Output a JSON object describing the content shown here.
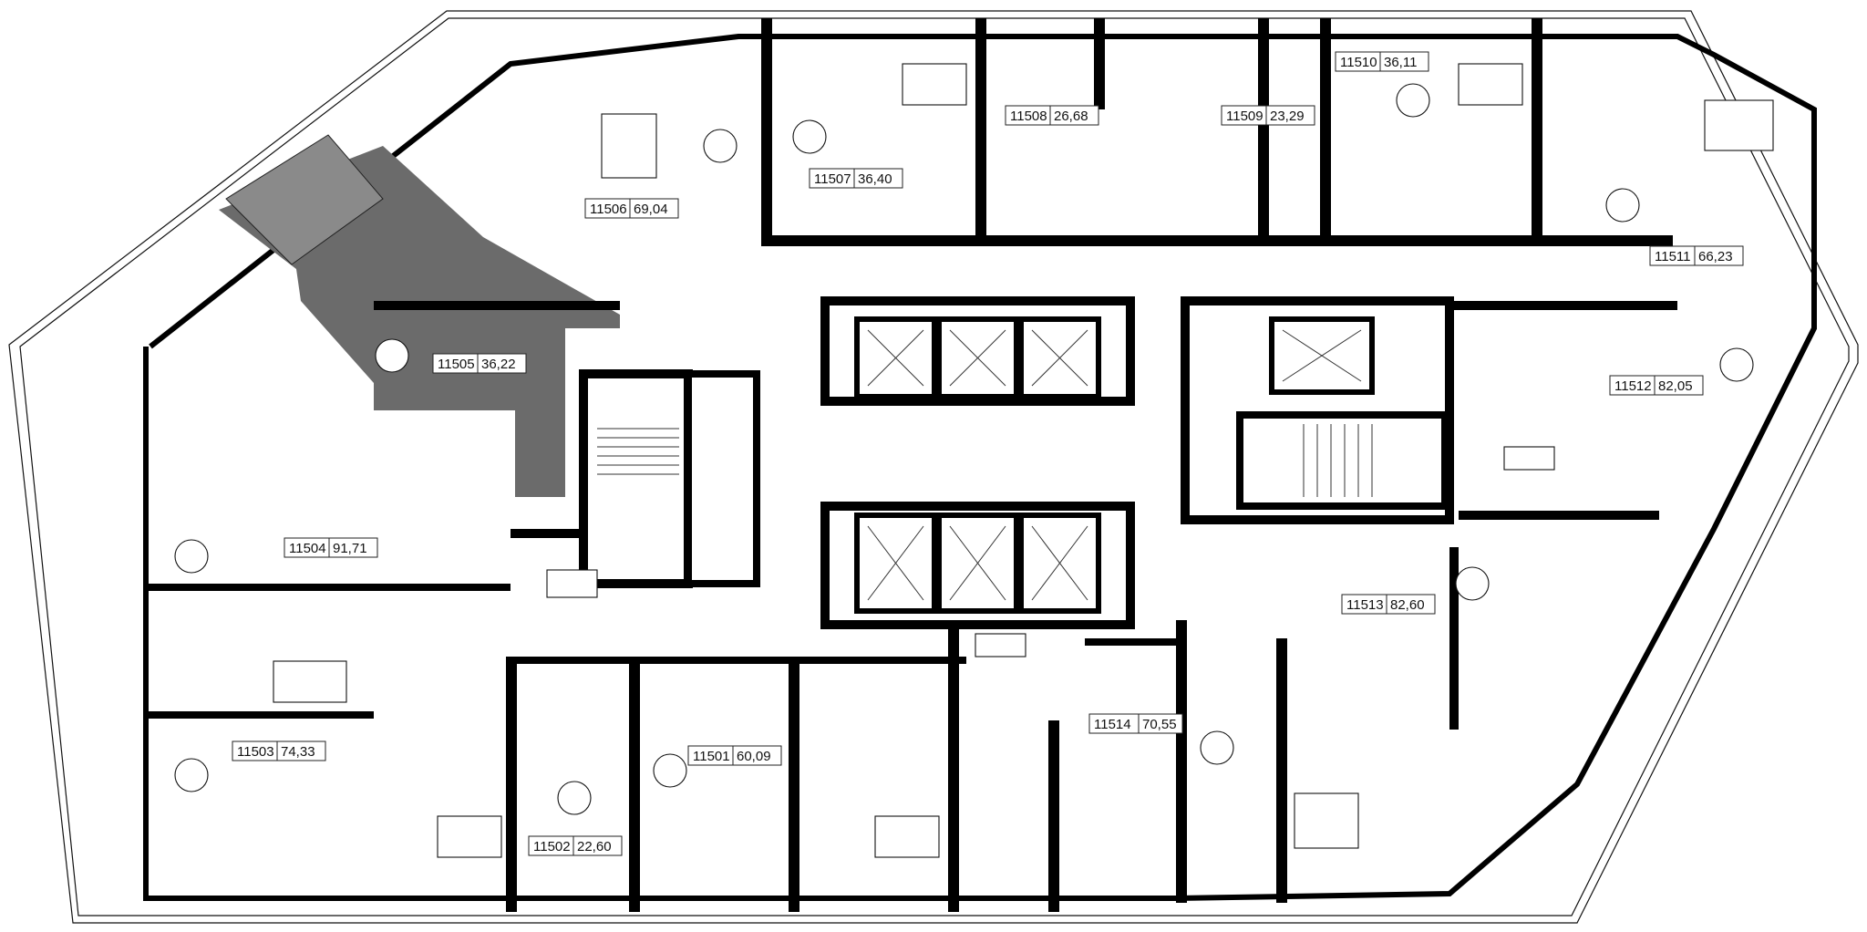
{
  "plan": {
    "highlight_color": "#6b6b6b",
    "wall_color": "#000000",
    "units": [
      {
        "number": "11501",
        "area": "60,09"
      },
      {
        "number": "11502",
        "area": "22,60"
      },
      {
        "number": "11503",
        "area": "74,33"
      },
      {
        "number": "11504",
        "area": "91,71"
      },
      {
        "number": "11505",
        "area": "36,22",
        "highlighted": true
      },
      {
        "number": "11506",
        "area": "69,04"
      },
      {
        "number": "11507",
        "area": "36,40"
      },
      {
        "number": "11508",
        "area": "26,68"
      },
      {
        "number": "11509",
        "area": "23,29"
      },
      {
        "number": "11510",
        "area": "36,11"
      },
      {
        "number": "11511",
        "area": "66,23"
      },
      {
        "number": "11512",
        "area": "82,05"
      },
      {
        "number": "11513",
        "area": "82,60"
      },
      {
        "number": "11514",
        "area": "70,55"
      }
    ]
  }
}
